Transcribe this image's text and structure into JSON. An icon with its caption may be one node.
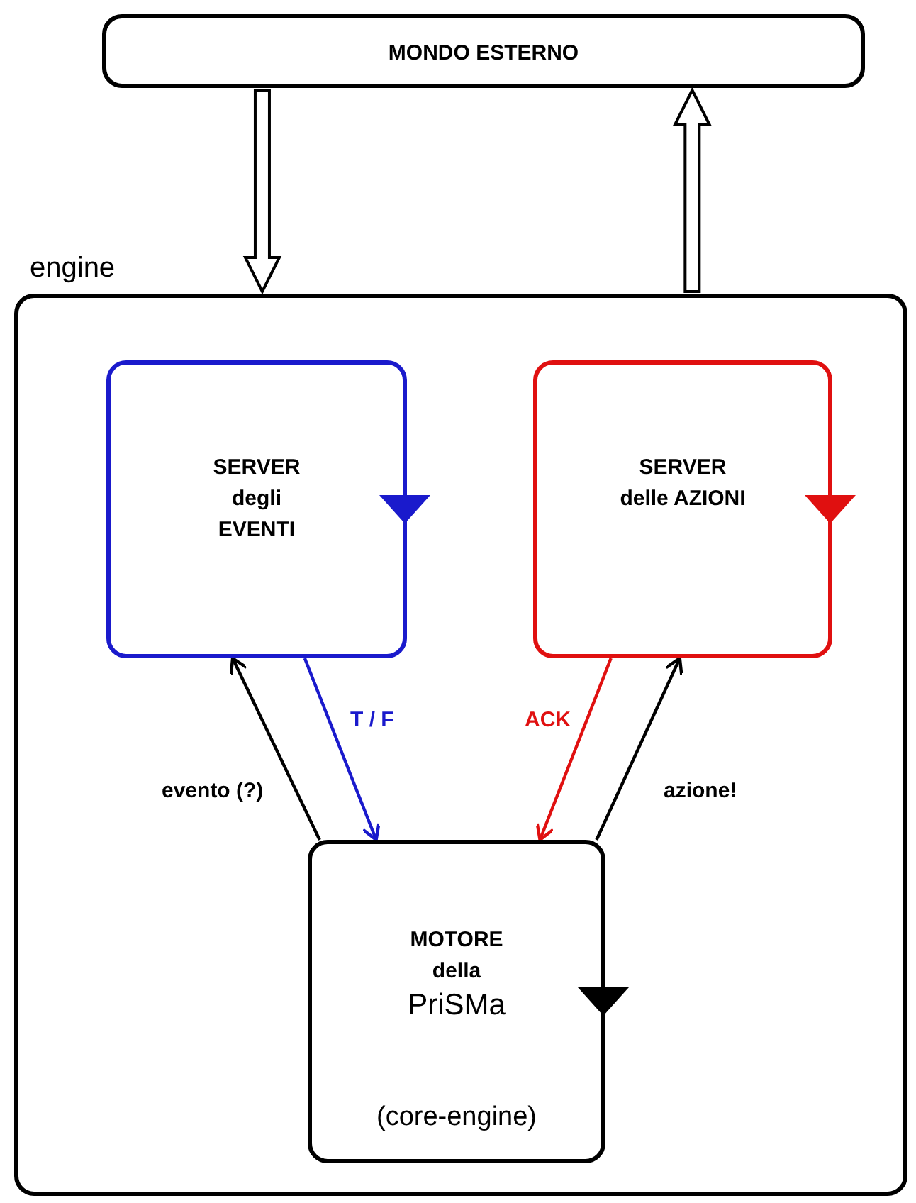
{
  "diagram": {
    "nodes": [
      {
        "text": [
          "MONDO ESTERNO"
        ]
      },
      {
        "text": [
          "engine"
        ]
      },
      {
        "text": [
          "SERVER degli EVENTI"
        ],
        "in": 1
      },
      {
        "text": [
          "SERVER delle AZIONI"
        ],
        "in": 1
      },
      {
        "text": [
          "MOTORE della",
          "PriSMa",
          "(core-engine)"
        ],
        "in": 1
      }
    ],
    "edges": [
      {
        "from": 0,
        "to": 1,
        "arrow": "to",
        "style": "thick"
      },
      {
        "from": 1,
        "to": 0,
        "arrow": "to",
        "style": "thick"
      },
      {
        "from": 2,
        "to": 4,
        "arrow": "to",
        "label": "T / F",
        "color": "#1a1acc"
      },
      {
        "from": 4,
        "to": 2,
        "arrow": "to",
        "label": "evento (?)"
      },
      {
        "from": 3,
        "to": 4,
        "arrow": "to",
        "label": "ACK",
        "color": "#e01010"
      },
      {
        "from": 4,
        "to": 3,
        "arrow": "to",
        "label": "azione!"
      }
    ]
  }
}
